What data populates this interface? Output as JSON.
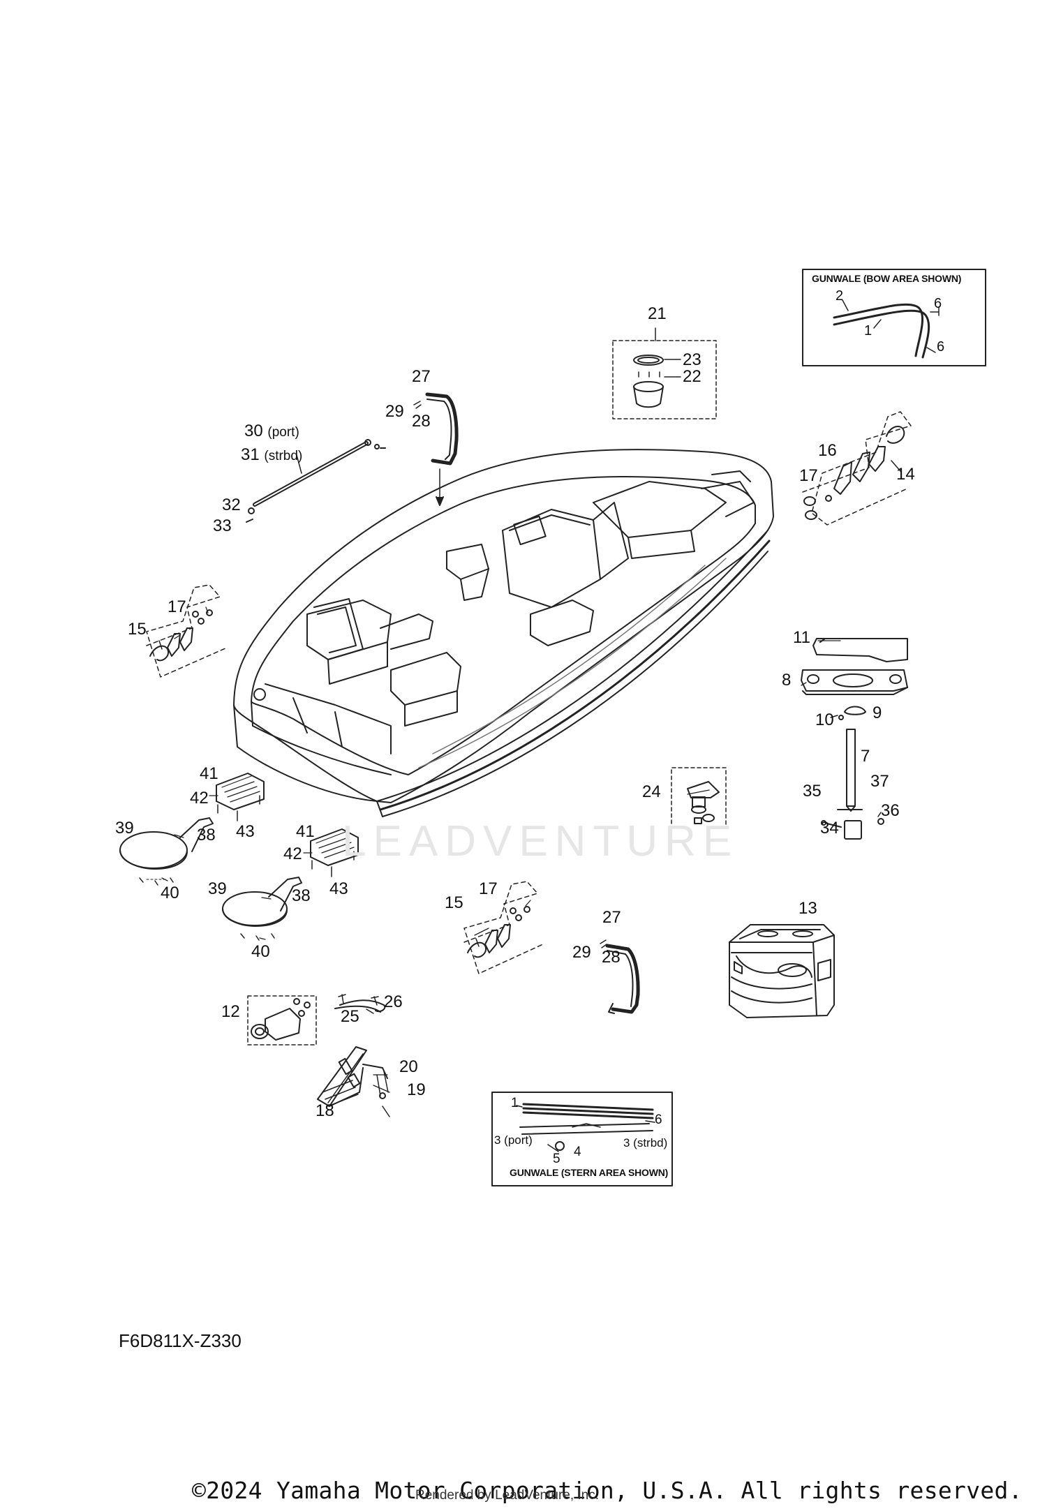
{
  "diagram": {
    "part_code": "F6D811X-Z330",
    "copyright": "©2024 Yamaha Motor Corporation, U.S.A. All rights reserved.",
    "rendered_by": "Rendered by LeadVenture, Inc.",
    "watermark": "LEADVENTURE",
    "insets": {
      "bow": {
        "caption": "GUNWALE (BOW AREA SHOWN)",
        "labels": [
          "2",
          "1",
          "6",
          "6"
        ]
      },
      "stern": {
        "caption": "GUNWALE (STERN AREA SHOWN)",
        "labels": [
          "1",
          "6",
          "3 (port)",
          "4",
          "3 (strbd)",
          "5"
        ]
      }
    },
    "callouts": {
      "c21": "21",
      "c23": "23",
      "c22": "22",
      "c27a": "27",
      "c29a": "29",
      "c28a": "28",
      "c30": "30",
      "c30_note": "(port)",
      "c31": "31",
      "c31_note": "(strbd)",
      "c32": "32",
      "c33": "33",
      "c16": "16",
      "c17a": "17",
      "c14": "14",
      "c15a": "15",
      "c17b": "17",
      "c11": "11",
      "c8": "8",
      "c10": "10",
      "c9": "9",
      "c7": "7",
      "c35": "35",
      "c37": "37",
      "c36": "36",
      "c34": "34",
      "c24": "24",
      "c41a": "41",
      "c42a": "42",
      "c43a": "43",
      "c39a": "39",
      "c38a": "38",
      "c40a": "40",
      "c41b": "41",
      "c42b": "42",
      "c43b": "43",
      "c39b": "39",
      "c38b": "38",
      "c40b": "40",
      "c15b": "15",
      "c17c": "17",
      "c27b": "27",
      "c29b": "29",
      "c28b": "28",
      "c13": "13",
      "c12": "12",
      "c25": "25",
      "c26": "26",
      "c20": "20",
      "c19": "19",
      "c18": "18"
    }
  }
}
